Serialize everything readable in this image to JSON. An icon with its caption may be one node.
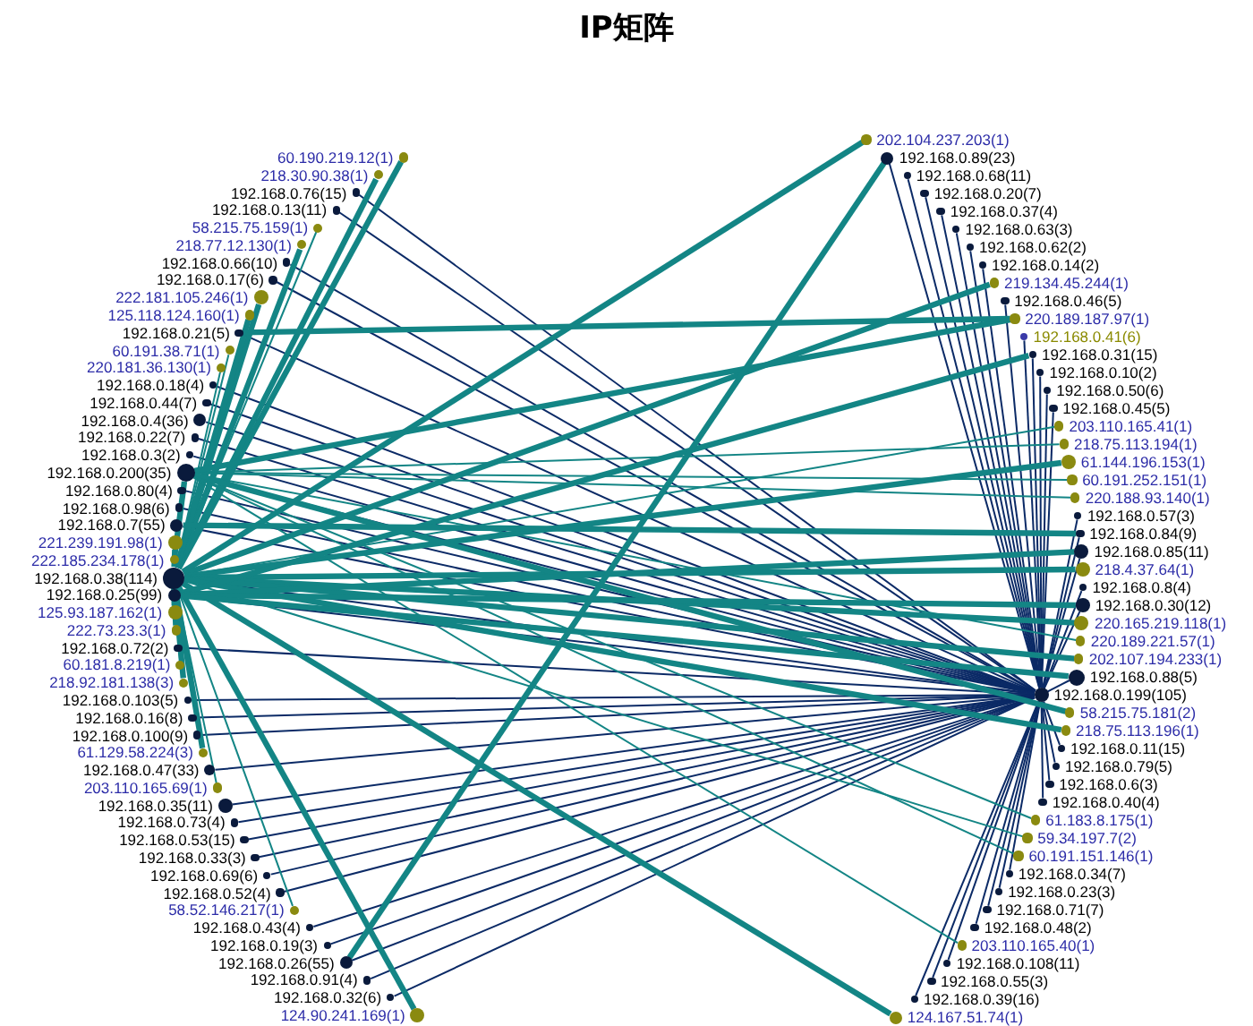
{
  "diagram": {
    "title": "IP矩阵",
    "nodes": [
      {
        "text": [
          "60.190.219.12(1)"
        ]
      },
      {
        "text": [
          "218.30.90.38(1)"
        ]
      },
      {
        "text": [
          "192.168.0.76(15)"
        ]
      },
      {
        "text": [
          "192.168.0.13(11)"
        ]
      },
      {
        "text": [
          "58.215.75.159(1)"
        ]
      },
      {
        "text": [
          "218.77.12.130(1)"
        ]
      },
      {
        "text": [
          "192.168.0.66(10)"
        ]
      },
      {
        "text": [
          "192.168.0.17(6)"
        ]
      },
      {
        "text": [
          "222.181.105.246(1)"
        ]
      },
      {
        "text": [
          "125.118.124.160(1)"
        ]
      },
      {
        "text": [
          "192.168.0.21(5)"
        ]
      },
      {
        "text": [
          "60.191.38.71(1)"
        ]
      },
      {
        "text": [
          "220.181.36.130(1)"
        ]
      },
      {
        "text": [
          "192.168.0.18(4)"
        ]
      },
      {
        "text": [
          "192.168.0.44(7)"
        ]
      },
      {
        "text": [
          "192.168.0.4(36)"
        ]
      },
      {
        "text": [
          "192.168.0.22(7)"
        ]
      },
      {
        "text": [
          "192.168.0.3(2)"
        ]
      },
      {
        "text": [
          "192.168.0.200(35)"
        ]
      },
      {
        "text": [
          "192.168.0.80(4)"
        ]
      },
      {
        "text": [
          "192.168.0.98(6)"
        ]
      },
      {
        "text": [
          "192.168.0.7(55)"
        ]
      },
      {
        "text": [
          "221.239.191.98(1)"
        ]
      },
      {
        "text": [
          "222.185.234.178(1)"
        ]
      },
      {
        "text": [
          "192.168.0.38(114)"
        ]
      },
      {
        "text": [
          "192.168.0.25(99)"
        ]
      },
      {
        "text": [
          "125.93.187.162(1)"
        ]
      },
      {
        "text": [
          "222.73.23.3(1)"
        ]
      },
      {
        "text": [
          "192.168.0.72(2)"
        ]
      },
      {
        "text": [
          "60.181.8.219(1)"
        ]
      },
      {
        "text": [
          "218.92.181.138(3)"
        ]
      },
      {
        "text": [
          "192.168.0.103(5)"
        ]
      },
      {
        "text": [
          "192.168.0.16(8)"
        ]
      },
      {
        "text": [
          "192.168.0.100(9)"
        ]
      },
      {
        "text": [
          "61.129.58.224(3)"
        ]
      },
      {
        "text": [
          "192.168.0.47(33)"
        ]
      },
      {
        "text": [
          "203.110.165.69(1)"
        ]
      },
      {
        "text": [
          "192.168.0.35(11)"
        ]
      },
      {
        "text": [
          "192.168.0.73(4)"
        ]
      },
      {
        "text": [
          "192.168.0.53(15)"
        ]
      },
      {
        "text": [
          "192.168.0.33(3)"
        ]
      },
      {
        "text": [
          "192.168.0.69(6)"
        ]
      },
      {
        "text": [
          "192.168.0.52(4)"
        ]
      },
      {
        "text": [
          "58.52.146.217(1)"
        ]
      },
      {
        "text": [
          "192.168.0.43(4)"
        ]
      },
      {
        "text": [
          "192.168.0.19(3)"
        ]
      },
      {
        "text": [
          "192.168.0.26(55)"
        ]
      },
      {
        "text": [
          "192.168.0.91(4)"
        ]
      },
      {
        "text": [
          "192.168.0.32(6)"
        ]
      },
      {
        "text": [
          "124.90.241.169(1)"
        ]
      },
      {
        "text": [
          "202.104.237.203(1)"
        ]
      },
      {
        "text": [
          "192.168.0.89(23)"
        ]
      },
      {
        "text": [
          "192.168.0.68(11)"
        ]
      },
      {
        "text": [
          "192.168.0.20(7)"
        ]
      },
      {
        "text": [
          "192.168.0.37(4)"
        ]
      },
      {
        "text": [
          "192.168.0.63(3)"
        ]
      },
      {
        "text": [
          "192.168.0.62(2)"
        ]
      },
      {
        "text": [
          "192.168.0.14(2)"
        ]
      },
      {
        "text": [
          "219.134.45.244(1)"
        ]
      },
      {
        "text": [
          "192.168.0.46(5)"
        ]
      },
      {
        "text": [
          "220.189.187.97(1)"
        ]
      },
      {
        "text": [
          "192.168.0.41(6)"
        ]
      },
      {
        "text": [
          "192.168.0.31(15)"
        ]
      },
      {
        "text": [
          "192.168.0.10(2)"
        ]
      },
      {
        "text": [
          "192.168.0.50(6)"
        ]
      },
      {
        "text": [
          "192.168.0.45(5)"
        ]
      },
      {
        "text": [
          "203.110.165.41(1)"
        ]
      },
      {
        "text": [
          "218.75.113.194(1)"
        ]
      },
      {
        "text": [
          "61.144.196.153(1)"
        ]
      },
      {
        "text": [
          "60.191.252.151(1)"
        ]
      },
      {
        "text": [
          "220.188.93.140(1)"
        ]
      },
      {
        "text": [
          "192.168.0.57(3)"
        ]
      },
      {
        "text": [
          "192.168.0.84(9)"
        ]
      },
      {
        "text": [
          "192.168.0.85(11)"
        ]
      },
      {
        "text": [
          "218.4.37.64(1)"
        ]
      },
      {
        "text": [
          "192.168.0.8(4)"
        ]
      },
      {
        "text": [
          "192.168.0.30(12)"
        ]
      },
      {
        "text": [
          "220.165.219.118(1)"
        ]
      },
      {
        "text": [
          "220.189.221.57(1)"
        ]
      },
      {
        "text": [
          "202.107.194.233(1)"
        ]
      },
      {
        "text": [
          "192.168.0.88(5)"
        ]
      },
      {
        "text": [
          "192.168.0.199(105)"
        ]
      },
      {
        "text": [
          "58.215.75.181(2)"
        ]
      },
      {
        "text": [
          "218.75.113.196(1)"
        ]
      },
      {
        "text": [
          "192.168.0.11(15)"
        ]
      },
      {
        "text": [
          "192.168.0.79(5)"
        ]
      },
      {
        "text": [
          "192.168.0.6(3)"
        ]
      },
      {
        "text": [
          "192.168.0.40(4)"
        ]
      },
      {
        "text": [
          "61.183.8.175(1)"
        ]
      },
      {
        "text": [
          "59.34.197.7(2)"
        ]
      },
      {
        "text": [
          "60.191.151.146(1)"
        ]
      },
      {
        "text": [
          "192.168.0.34(7)"
        ]
      },
      {
        "text": [
          "192.168.0.23(3)"
        ]
      },
      {
        "text": [
          "192.168.0.71(7)"
        ]
      },
      {
        "text": [
          "192.168.0.48(2)"
        ]
      },
      {
        "text": [
          "203.110.165.40(1)"
        ]
      },
      {
        "text": [
          "192.168.0.108(11)"
        ]
      },
      {
        "text": [
          "192.168.0.55(3)"
        ]
      },
      {
        "text": [
          "192.168.0.39(16)"
        ]
      },
      {
        "text": [
          "124.167.51.74(1)"
        ]
      }
    ],
    "edges": [
      {
        "from": 81,
        "to": 2,
        "arrow": "none"
      },
      {
        "from": 81,
        "to": 3,
        "arrow": "none"
      },
      {
        "from": 81,
        "to": 6,
        "arrow": "none"
      },
      {
        "from": 81,
        "to": 7,
        "arrow": "none"
      },
      {
        "from": 81,
        "to": 10,
        "arrow": "none"
      },
      {
        "from": 81,
        "to": 13,
        "arrow": "none"
      },
      {
        "from": 81,
        "to": 14,
        "arrow": "none"
      },
      {
        "from": 81,
        "to": 15,
        "arrow": "none"
      },
      {
        "from": 81,
        "to": 16,
        "arrow": "none"
      },
      {
        "from": 81,
        "to": 17,
        "arrow": "none"
      },
      {
        "from": 81,
        "to": 18,
        "arrow": "none"
      },
      {
        "from": 81,
        "to": 19,
        "arrow": "none"
      },
      {
        "from": 81,
        "to": 20,
        "arrow": "none"
      },
      {
        "from": 81,
        "to": 21,
        "arrow": "none"
      },
      {
        "from": 81,
        "to": 24,
        "arrow": "none"
      },
      {
        "from": 81,
        "to": 25,
        "arrow": "none"
      },
      {
        "from": 81,
        "to": 28,
        "arrow": "none"
      },
      {
        "from": 81,
        "to": 31,
        "arrow": "none"
      },
      {
        "from": 81,
        "to": 32,
        "arrow": "none"
      },
      {
        "from": 81,
        "to": 33,
        "arrow": "none"
      },
      {
        "from": 81,
        "to": 35,
        "arrow": "none"
      },
      {
        "from": 81,
        "to": 37,
        "arrow": "none"
      },
      {
        "from": 81,
        "to": 38,
        "arrow": "none"
      },
      {
        "from": 81,
        "to": 39,
        "arrow": "none"
      },
      {
        "from": 81,
        "to": 40,
        "arrow": "none"
      },
      {
        "from": 81,
        "to": 41,
        "arrow": "none"
      },
      {
        "from": 81,
        "to": 42,
        "arrow": "none"
      },
      {
        "from": 81,
        "to": 44,
        "arrow": "none"
      },
      {
        "from": 81,
        "to": 45,
        "arrow": "none"
      },
      {
        "from": 81,
        "to": 46,
        "arrow": "none"
      },
      {
        "from": 81,
        "to": 47,
        "arrow": "none"
      },
      {
        "from": 81,
        "to": 48,
        "arrow": "none"
      },
      {
        "from": 81,
        "to": 51,
        "arrow": "none"
      },
      {
        "from": 81,
        "to": 52,
        "arrow": "none"
      },
      {
        "from": 81,
        "to": 53,
        "arrow": "none"
      },
      {
        "from": 81,
        "to": 54,
        "arrow": "none"
      },
      {
        "from": 81,
        "to": 55,
        "arrow": "none"
      },
      {
        "from": 81,
        "to": 56,
        "arrow": "none"
      },
      {
        "from": 81,
        "to": 57,
        "arrow": "none"
      },
      {
        "from": 81,
        "to": 59,
        "arrow": "none"
      },
      {
        "from": 81,
        "to": 61,
        "arrow": "none"
      },
      {
        "from": 81,
        "to": 62,
        "arrow": "none"
      },
      {
        "from": 81,
        "to": 63,
        "arrow": "none"
      },
      {
        "from": 81,
        "to": 64,
        "arrow": "none"
      },
      {
        "from": 81,
        "to": 65,
        "arrow": "none"
      },
      {
        "from": 81,
        "to": 71,
        "arrow": "none"
      },
      {
        "from": 81,
        "to": 72,
        "arrow": "none"
      },
      {
        "from": 81,
        "to": 73,
        "arrow": "none"
      },
      {
        "from": 81,
        "to": 75,
        "arrow": "none"
      },
      {
        "from": 81,
        "to": 76,
        "arrow": "none"
      },
      {
        "from": 81,
        "to": 80,
        "arrow": "none"
      },
      {
        "from": 81,
        "to": 84,
        "arrow": "none"
      },
      {
        "from": 81,
        "to": 85,
        "arrow": "none"
      },
      {
        "from": 81,
        "to": 86,
        "arrow": "none"
      },
      {
        "from": 81,
        "to": 87,
        "arrow": "none"
      },
      {
        "from": 81,
        "to": 91,
        "arrow": "none"
      },
      {
        "from": 81,
        "to": 92,
        "arrow": "none"
      },
      {
        "from": 81,
        "to": 93,
        "arrow": "none"
      },
      {
        "from": 81,
        "to": 94,
        "arrow": "none"
      },
      {
        "from": 81,
        "to": 96,
        "arrow": "none"
      },
      {
        "from": 81,
        "to": 97,
        "arrow": "none"
      },
      {
        "from": 81,
        "to": 98,
        "arrow": "none"
      },
      {
        "from": 24,
        "to": 0,
        "arrow": "none",
        "style": "thick",
        "color": "#138585"
      },
      {
        "from": 24,
        "to": 1,
        "arrow": "none",
        "style": "thick",
        "color": "#138585"
      },
      {
        "from": 24,
        "to": 4,
        "arrow": "none",
        "color": "#138585"
      },
      {
        "from": 24,
        "to": 5,
        "arrow": "none",
        "style": "thick",
        "color": "#138585"
      },
      {
        "from": 24,
        "to": 8,
        "arrow": "none",
        "style": "thick",
        "color": "#138585"
      },
      {
        "from": 24,
        "to": 9,
        "arrow": "none",
        "style": "thick",
        "color": "#138585"
      },
      {
        "from": 24,
        "to": 11,
        "arrow": "none",
        "color": "#138585"
      },
      {
        "from": 24,
        "to": 12,
        "arrow": "none",
        "color": "#138585"
      },
      {
        "from": 24,
        "to": 22,
        "arrow": "none",
        "style": "thick",
        "color": "#138585"
      },
      {
        "from": 18,
        "to": 23,
        "arrow": "none",
        "style": "thick",
        "color": "#138585"
      },
      {
        "from": 24,
        "to": 26,
        "arrow": "none",
        "style": "thick",
        "color": "#138585"
      },
      {
        "from": 24,
        "to": 27,
        "arrow": "none",
        "style": "thick",
        "color": "#138585"
      },
      {
        "from": 24,
        "to": 29,
        "arrow": "none",
        "color": "#138585"
      },
      {
        "from": 24,
        "to": 30,
        "arrow": "none",
        "style": "thick",
        "color": "#138585"
      },
      {
        "from": 24,
        "to": 34,
        "arrow": "none",
        "style": "thick",
        "color": "#138585"
      },
      {
        "from": 24,
        "to": 36,
        "arrow": "none",
        "color": "#138585"
      },
      {
        "from": 24,
        "to": 43,
        "arrow": "none",
        "color": "#138585"
      },
      {
        "from": 24,
        "to": 49,
        "arrow": "none",
        "style": "thick",
        "color": "#138585"
      },
      {
        "from": 24,
        "to": 50,
        "arrow": "none",
        "style": "thick",
        "color": "#138585"
      },
      {
        "from": 24,
        "to": 58,
        "arrow": "none",
        "style": "thick",
        "color": "#138585"
      },
      {
        "from": 24,
        "to": 66,
        "arrow": "none",
        "color": "#138585"
      },
      {
        "from": 24,
        "to": 68,
        "arrow": "none",
        "style": "thick",
        "color": "#138585"
      },
      {
        "from": 24,
        "to": 74,
        "arrow": "none",
        "style": "thick",
        "color": "#138585"
      },
      {
        "from": 24,
        "to": 77,
        "arrow": "none",
        "style": "thick",
        "color": "#138585"
      },
      {
        "from": 24,
        "to": 79,
        "arrow": "none",
        "style": "thick",
        "color": "#138585"
      },
      {
        "from": 24,
        "to": 83,
        "arrow": "none",
        "style": "thick",
        "color": "#138585"
      },
      {
        "from": 24,
        "to": 89,
        "arrow": "none",
        "color": "#138585"
      },
      {
        "from": 24,
        "to": 99,
        "arrow": "none",
        "style": "thick",
        "color": "#138585"
      },
      {
        "from": 18,
        "to": 60,
        "arrow": "none",
        "style": "thick",
        "color": "#138585"
      },
      {
        "from": 18,
        "to": 67,
        "arrow": "none",
        "color": "#138585"
      },
      {
        "from": 18,
        "to": 69,
        "arrow": "none",
        "color": "#138585"
      },
      {
        "from": 18,
        "to": 70,
        "arrow": "none",
        "color": "#138585"
      },
      {
        "from": 18,
        "to": 78,
        "arrow": "none",
        "color": "#138585"
      },
      {
        "from": 18,
        "to": 82,
        "arrow": "none",
        "style": "thick",
        "color": "#138585"
      },
      {
        "from": 18,
        "to": 88,
        "arrow": "none",
        "color": "#138585"
      },
      {
        "from": 18,
        "to": 90,
        "arrow": "none",
        "color": "#138585"
      },
      {
        "from": 18,
        "to": 95,
        "arrow": "none",
        "color": "#138585"
      },
      {
        "from": 10,
        "to": 60,
        "arrow": "none",
        "style": "thick",
        "color": "#138585"
      },
      {
        "from": 25,
        "to": 62,
        "arrow": "none",
        "style": "thick",
        "color": "#138585"
      },
      {
        "from": 25,
        "to": 73,
        "arrow": "none",
        "style": "thick",
        "color": "#138585"
      },
      {
        "from": 25,
        "to": 76,
        "arrow": "none",
        "style": "thick",
        "color": "#138585"
      },
      {
        "from": 25,
        "to": 80,
        "arrow": "none",
        "style": "thick",
        "color": "#138585"
      },
      {
        "from": 21,
        "to": 72,
        "arrow": "none",
        "style": "thick",
        "color": "#138585"
      },
      {
        "from": 46,
        "to": 51,
        "arrow": "none",
        "style": "thick",
        "color": "#138585"
      }
    ]
  }
}
